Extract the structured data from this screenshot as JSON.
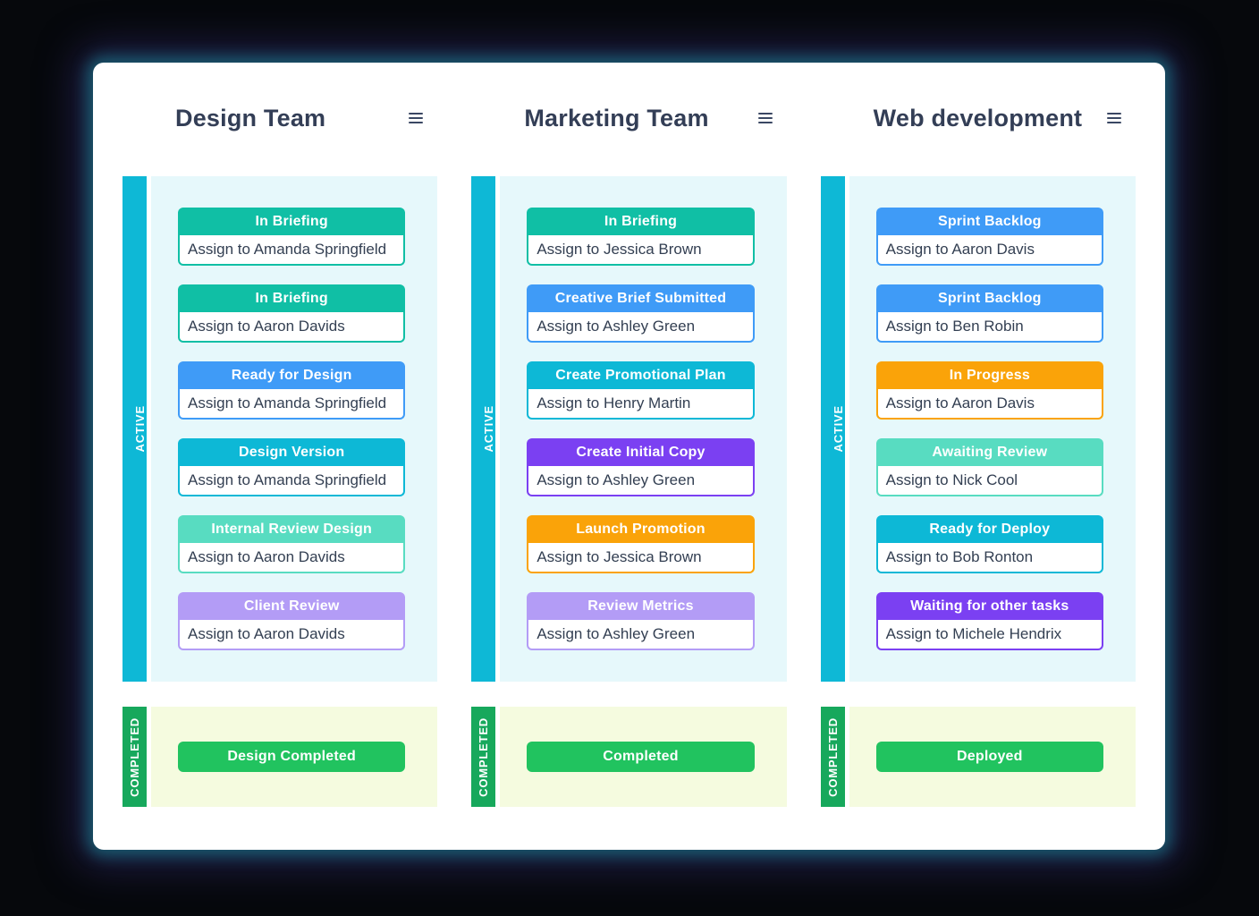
{
  "theme": {
    "page_bg": "#06080c",
    "board_bg": "#ffffff",
    "title_color": "#333e56",
    "active_strip": "#0eb8d6",
    "active_panel_bg": "#e6f8fb",
    "completed_strip": "#17a85c",
    "completed_panel_bg": "#f5fbdf",
    "completed_button": "#21c35f",
    "card_text": "#333f52",
    "glow_teal": "#185c70",
    "glow_purple": "#2c2862"
  },
  "labels": {
    "active": "ACTIVE",
    "completed": "COMPLETED"
  },
  "columns": [
    {
      "title": "Design Team",
      "menu_icon": "hamburger-icon",
      "cards": [
        {
          "status": "In Briefing",
          "assignee": "Assign to Amanda Springfield",
          "color": "#10bfa5"
        },
        {
          "status": "In Briefing",
          "assignee": "Assign to Aaron Davids",
          "color": "#10bfa5"
        },
        {
          "status": "Ready for Design",
          "assignee": "Assign to Amanda Springfield",
          "color": "#3f9bf7"
        },
        {
          "status": "Design Version",
          "assignee": "Assign to Amanda Springfield",
          "color": "#0db8d6"
        },
        {
          "status": "Internal Review Design",
          "assignee": "Assign to Aaron Davids",
          "color": "#58dcc1"
        },
        {
          "status": "Client Review",
          "assignee": "Assign to Aaron Davids",
          "color": "#b39cf6"
        }
      ],
      "completed_label": "Design Completed"
    },
    {
      "title": "Marketing Team",
      "menu_icon": "hamburger-icon",
      "cards": [
        {
          "status": "In Briefing",
          "assignee": "Assign to Jessica Brown",
          "color": "#10bfa5"
        },
        {
          "status": "Creative Brief Submitted",
          "assignee": "Assign to Ashley Green",
          "color": "#3f9bf7"
        },
        {
          "status": "Create Promotional Plan",
          "assignee": "Assign to Henry Martin",
          "color": "#0db8d6"
        },
        {
          "status": "Create Initial Copy",
          "assignee": "Assign to Ashley Green",
          "color": "#7b40f2"
        },
        {
          "status": "Launch Promotion",
          "assignee": "Assign to Jessica Brown",
          "color": "#faa309"
        },
        {
          "status": "Review Metrics",
          "assignee": "Assign to Ashley Green",
          "color": "#b39cf6"
        }
      ],
      "completed_label": "Completed"
    },
    {
      "title": "Web development",
      "menu_icon": "hamburger-icon",
      "cards": [
        {
          "status": "Sprint Backlog",
          "assignee": "Assign to Aaron Davis",
          "color": "#3f9bf7"
        },
        {
          "status": "Sprint Backlog",
          "assignee": "Assign to Ben Robin",
          "color": "#3f9bf7"
        },
        {
          "status": "In Progress",
          "assignee": "Assign to Aaron Davis",
          "color": "#faa309"
        },
        {
          "status": "Awaiting Review",
          "assignee": "Assign to Nick Cool",
          "color": "#58dcc1"
        },
        {
          "status": "Ready for Deploy",
          "assignee": "Assign to Bob Ronton",
          "color": "#0db8d6"
        },
        {
          "status": "Waiting for other tasks",
          "assignee": "Assign to Michele Hendrix",
          "color": "#7b40f2"
        }
      ],
      "completed_label": "Deployed"
    }
  ]
}
